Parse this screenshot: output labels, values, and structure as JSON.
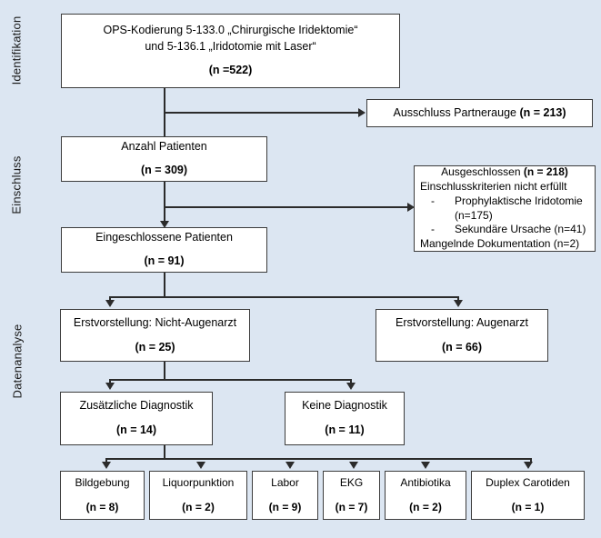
{
  "figure": {
    "type": "flowchart",
    "language": "de",
    "background_color": "#dce6f2",
    "box_fill": "#ffffff",
    "box_border": "#3c3c3c",
    "connector_color": "#2b2b2b"
  },
  "stages": [
    {
      "id": "identifikation",
      "label": "Identifikation"
    },
    {
      "id": "einschluss",
      "label": "Einschluss"
    },
    {
      "id": "datenanalyse",
      "label": "Datenanalyse"
    }
  ],
  "nodes": {
    "ops_kodierung": {
      "line1": "OPS-Kodierung 5-133.0 „Chirurgische Iridektomie“",
      "line2": "und 5-136.1 „Iridotomie mit Laser“",
      "count": "(n =522)"
    },
    "ausschluss_partnerauge": {
      "label": "Ausschluss Partnerauge ",
      "count": "(n = 213)"
    },
    "anzahl_patienten": {
      "label": "Anzahl Patienten",
      "count": "(n = 309)"
    },
    "ausgeschlossen": {
      "title": "Ausgeschlossen ",
      "title_count": "(n = 218)",
      "criteria_line": "Einschlusskriterien nicht erfüllt",
      "bullet_dash": "-",
      "bullet1": "Prophylaktische Iridotomie (n=175)",
      "bullet2": "Sekundäre Ursache (n=41)",
      "last_line": "Mangelnde Dokumentation (n=2)"
    },
    "eingeschlossene_patienten": {
      "label": "Eingeschlossene Patienten",
      "count": "(n = 91)"
    },
    "erstvorstellung_nicht_augenarzt": {
      "label": "Erstvorstellung: Nicht-Augenarzt",
      "count": "(n = 25)"
    },
    "erstvorstellung_augenarzt": {
      "label": "Erstvorstellung: Augenarzt",
      "count": "(n = 66)"
    },
    "zusaetzliche_diagnostik": {
      "label": "Zusätzliche Diagnostik",
      "count": "(n = 14)"
    },
    "keine_diagnostik": {
      "label": "Keine Diagnostik",
      "count": "(n = 11)"
    },
    "bildgebung": {
      "label": "Bildgebung",
      "count": "(n = 8)"
    },
    "liquorpunktion": {
      "label": "Liquorpunktion",
      "count": "(n = 2)"
    },
    "labor": {
      "label": "Labor",
      "count": "(n = 9)"
    },
    "ekg": {
      "label": "EKG",
      "count": "(n = 7)"
    },
    "antibiotika": {
      "label": "Antibiotika",
      "count": "(n = 2)"
    },
    "duplex_carotiden": {
      "label": "Duplex Carotiden",
      "count": "(n = 1)"
    }
  },
  "chart_data": {
    "type": "flowchart",
    "title": "Patientenflussdiagramm",
    "stages": [
      "Identifikation",
      "Einschluss",
      "Datenanalyse"
    ],
    "counts": {
      "ops_kodierung": 522,
      "ausschluss_partnerauge": 213,
      "anzahl_patienten": 309,
      "ausgeschlossen": 218,
      "prophylaktische_iridotomie": 175,
      "sekundaere_ursache": 41,
      "mangelnde_dokumentation": 2,
      "eingeschlossene_patienten": 91,
      "erstvorstellung_nicht_augenarzt": 25,
      "erstvorstellung_augenarzt": 66,
      "zusaetzliche_diagnostik": 14,
      "keine_diagnostik": 11,
      "bildgebung": 8,
      "liquorpunktion": 2,
      "labor": 9,
      "ekg": 7,
      "antibiotika": 2,
      "duplex_carotiden": 1
    }
  }
}
